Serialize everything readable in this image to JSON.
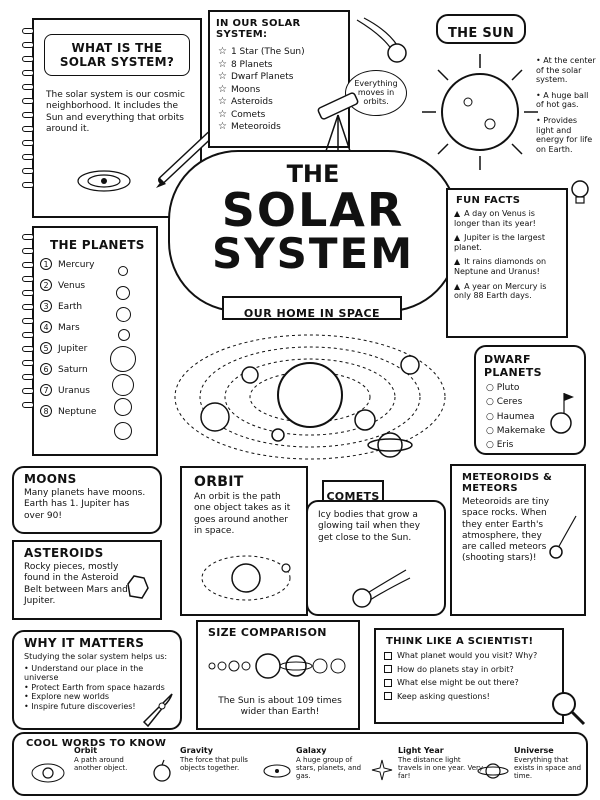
{
  "poster": {
    "title_line1": "THE",
    "title_line2": "SOLAR",
    "title_line3": "SYSTEM",
    "subtitle": "OUR HOME IN SPACE"
  },
  "what_is": {
    "heading": "WHAT IS THE SOLAR SYSTEM?",
    "body": "The solar system is our cosmic neighborhood. It includes the Sun and everything that orbits around it."
  },
  "in_our_system": {
    "heading": "IN OUR SOLAR SYSTEM:",
    "items": [
      "1 Star (The Sun)",
      "8 Planets",
      "Dwarf Planets",
      "Moons",
      "Asteroids",
      "Comets",
      "Meteoroids"
    ],
    "bubble": "Everything moves in orbits."
  },
  "the_sun": {
    "heading": "THE SUN",
    "facts": [
      "At the center of the solar system.",
      "A huge ball of hot gas.",
      "Provides light and energy for life on Earth."
    ]
  },
  "fun_facts": {
    "heading": "FUN FACTS",
    "items": [
      "A day on Venus is longer than its year!",
      "Jupiter is the largest planet.",
      "It rains diamonds on Neptune and Uranus!",
      "A year on Mercury is only 88 Earth days."
    ]
  },
  "planets": {
    "heading": "THE PLANETS",
    "items": [
      {
        "num": "1",
        "name": "Mercury"
      },
      {
        "num": "2",
        "name": "Venus"
      },
      {
        "num": "3",
        "name": "Earth"
      },
      {
        "num": "4",
        "name": "Mars"
      },
      {
        "num": "5",
        "name": "Jupiter"
      },
      {
        "num": "6",
        "name": "Saturn"
      },
      {
        "num": "7",
        "name": "Uranus"
      },
      {
        "num": "8",
        "name": "Neptune"
      }
    ]
  },
  "dwarf_planets": {
    "heading": "DWARF PLANETS",
    "items": [
      "Pluto",
      "Ceres",
      "Haumea",
      "Makemake",
      "Eris"
    ]
  },
  "moons": {
    "heading": "MOONS",
    "body": "Many planets have moons. Earth has 1. Jupiter has over 90!"
  },
  "orbit": {
    "heading": "ORBIT",
    "body": "An orbit is the path one object takes as it goes around another in space."
  },
  "comets": {
    "heading": "COMETS",
    "body": "Icy bodies that grow a glowing tail when they get close to the Sun."
  },
  "meteoroids": {
    "heading": "METEOROIDS & METEORS",
    "body": "Meteoroids are tiny space rocks. When they enter Earth's atmosphere, they are called meteors (shooting stars)!"
  },
  "asteroids": {
    "heading": "ASTEROIDS",
    "body": "Rocky pieces, mostly found in the Asteroid Belt between Mars and Jupiter."
  },
  "why_matters": {
    "heading": "WHY IT MATTERS",
    "intro": "Studying the solar system helps us:",
    "items": [
      "Understand our place in the universe",
      "Protect Earth from space hazards",
      "Explore new worlds",
      "Inspire future discoveries!"
    ]
  },
  "size_comparison": {
    "heading": "SIZE COMPARISON",
    "body": "The Sun is about 109 times wider than Earth!"
  },
  "think_scientist": {
    "heading": "THINK LIKE A SCIENTIST!",
    "items": [
      "What planet would you visit? Why?",
      "How do planets stay in orbit?",
      "What else might be out there?",
      "Keep asking questions!"
    ]
  },
  "cool_words": {
    "heading": "COOL WORDS TO KNOW",
    "items": [
      {
        "term": "Orbit",
        "def": "A path around another object."
      },
      {
        "term": "Gravity",
        "def": "The force that pulls objects together."
      },
      {
        "term": "Galaxy",
        "def": "A huge group of stars, planets, and gas."
      },
      {
        "term": "Light Year",
        "def": "The distance light travels in one year. Very far!"
      },
      {
        "term": "Universe",
        "def": "Everything that exists in space and time."
      }
    ]
  }
}
